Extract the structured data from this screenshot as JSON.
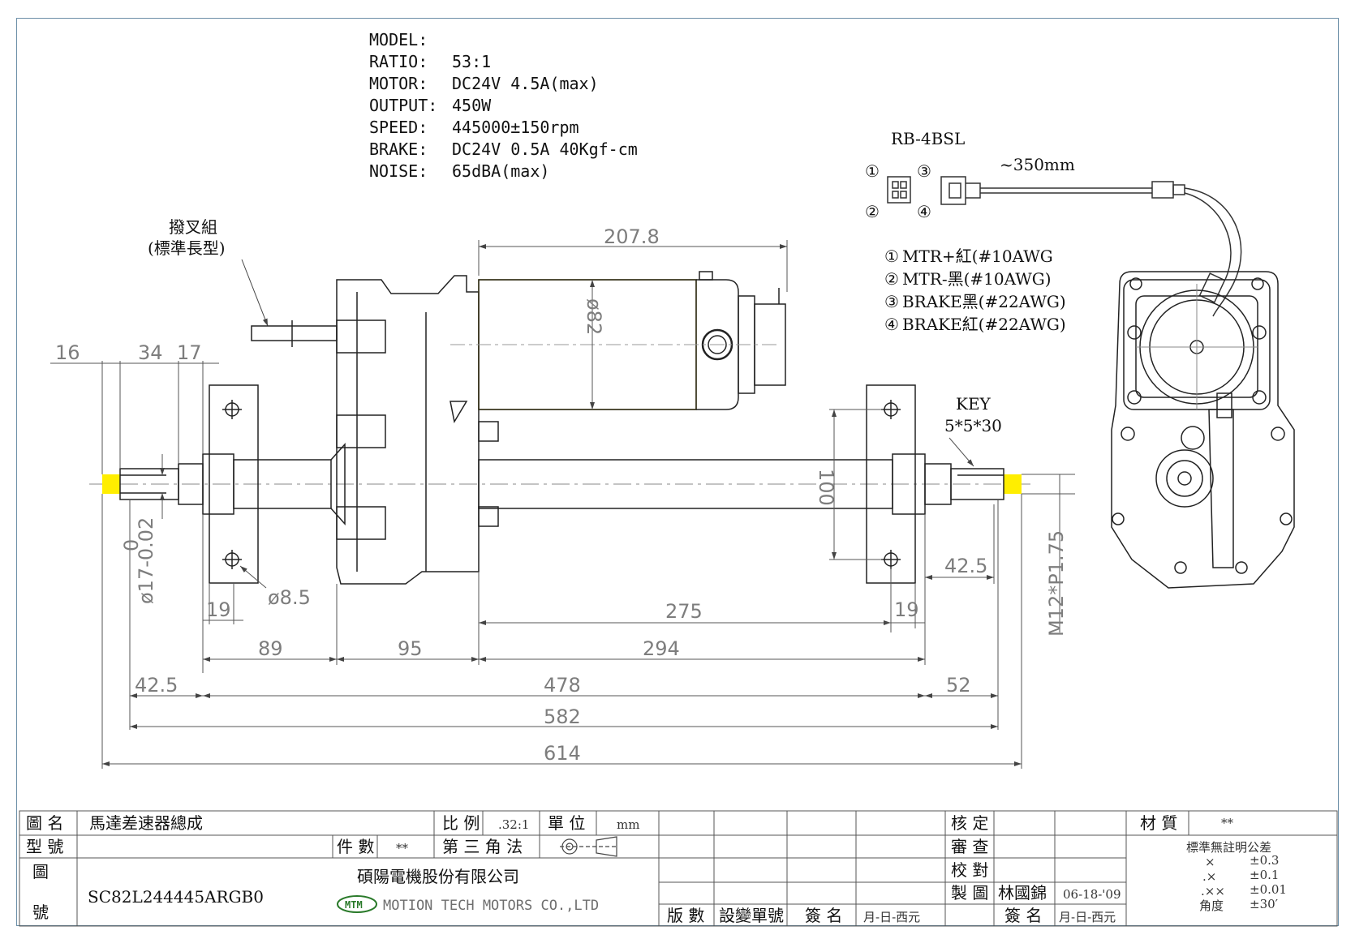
{
  "specs": {
    "rows": [
      {
        "label": "MODEL:",
        "value": ""
      },
      {
        "label": "RATIO:",
        "value": "53:1"
      },
      {
        "label": "MOTOR:",
        "value": "DC24V  4.5A(max)"
      },
      {
        "label": "OUTPUT:",
        "value": "450W"
      },
      {
        "label": "SPEED:",
        "value": "445000±150rpm"
      },
      {
        "label": "BRAKE:",
        "value": "DC24V 0.5A 40Kgf-cm"
      },
      {
        "label": "NOISE:",
        "value": "65dBA(max)"
      }
    ]
  },
  "connector": {
    "name": "RB-4BSL",
    "cable_length": "~350mm",
    "pin_numbers": [
      "①",
      "③",
      "②",
      "④"
    ],
    "pins": [
      {
        "num": "①",
        "label": "MTR+紅(#10AWG"
      },
      {
        "num": "②",
        "label": "MTR-黑(#10AWG)"
      },
      {
        "num": "③",
        "label": "BRAKE黑(#22AWG)"
      },
      {
        "num": "④",
        "label": "BRAKE紅(#22AWG)"
      }
    ]
  },
  "fork_note": {
    "line1": "撥叉組",
    "line2": "(標準長型)"
  },
  "key_note": {
    "line1": "KEY",
    "line2": "5*5*30"
  },
  "dimensions": {
    "d207_8": "207.8",
    "d82": "ø82",
    "d16": "16",
    "d34": "34",
    "d17": "17",
    "d17_tol": "ø17-0.02",
    "d17_tol_top": "0",
    "d8_5": "ø8.5",
    "d19_left": "19",
    "d19_right": "19",
    "d100": "100",
    "d42_5_right": "42.5",
    "d275": "275",
    "d89": "89",
    "d95": "95",
    "d294": "294",
    "d42_5_left": "42.5",
    "d478": "478",
    "d52": "52",
    "d582": "582",
    "d614": "614",
    "thread": "M12*P1.75"
  },
  "title_block": {
    "name_label": "圖 名",
    "name_value": "馬達差速器總成",
    "scale_label": "比 例",
    "scale_value": ".32:1",
    "unit_label": "單 位",
    "unit_value": "mm",
    "type_label": "型 號",
    "qty_label": "件 數",
    "qty_value": "**",
    "projection_label": "第 三 角 法",
    "drawing_no_label1": "圖",
    "drawing_no_label2": "號",
    "drawing_no": "SC82L244445ARGB0",
    "company_cn": "碩陽電機股份有限公司",
    "company_logo": "MTM",
    "company_en": "MOTION  TECH  MOTORS  CO.,LTD",
    "approve_label": "核 定",
    "review_label": "審 查",
    "check_label": "校 對",
    "drawn_label": "製 圖",
    "drawn_by": "林國錦",
    "drawn_date": "06-18-'09",
    "version_label": "版 數",
    "change_label": "設變單號",
    "sign_label": "簽 名",
    "date_label": "月-日-西元",
    "sign_label2": "簽 名",
    "date_label2": "月-日-西元",
    "material_label": "材 質",
    "material_value": "**",
    "tolerance_title": "標準無註明公差",
    "tolerances": [
      {
        "k": "×",
        "v": "±0.3"
      },
      {
        "k": ".×",
        "v": "±0.1"
      },
      {
        "k": ".××",
        "v": "±0.01"
      },
      {
        "k": "角度",
        "v": "±30′"
      }
    ]
  }
}
